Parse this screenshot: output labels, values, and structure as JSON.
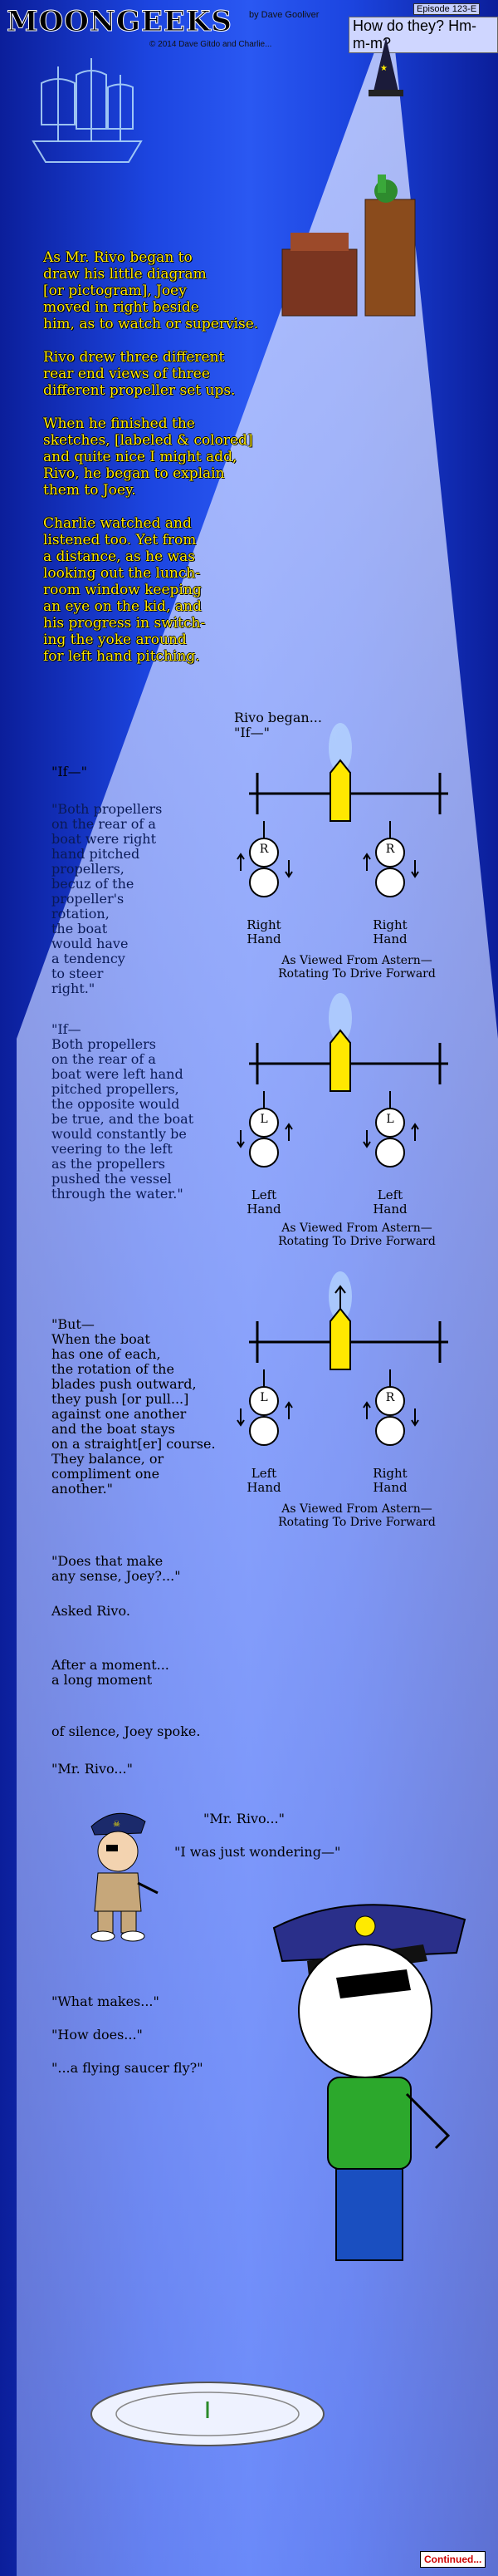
{
  "header": {
    "title": "MOONGEEKS",
    "byline": "by Dave Gooliver",
    "copyright": "© 2014 Dave Gitdo and Charlie...",
    "episode": "Episode 123-E",
    "headline": "How do they? Hm-m-m?"
  },
  "narration": {
    "p1": "As Mr. Rivo began to\ndraw his little diagram\n[or pictogram], Joey\nmoved in right beside\nhim, as to watch or supervise.",
    "p2": "Rivo drew three different\nrear end views of three\ndifferent propeller set ups.",
    "p3": "When he finished the\nsketches, [labeled & colored]\nand quite nice I might add,\nRivo, he began to explain\nthem to Joey.",
    "p4": "Charlie watched and\nlistened too. Yet from\na distance, as he was\nlooking out the lunch-\nroom window keeping\nan eye on the kid, and\nhis progress in switch-\ning the yoke around\nfor left hand pitching."
  },
  "dialogue": {
    "rivo_began": "Rivo began...\n\"If—\"",
    "if1": "\"If—\"",
    "block1": "\"Both propellers\non the rear of a\nboat were right\nhand pitched\npropellers,\nbecuz of the\npropeller's\nrotation,\nthe boat\nwould have\na tendency\nto steer\nright.\"",
    "block2": "\"If—\nBoth propellers\non the rear of a\nboat were left hand\npitched propellers,\nthe opposite would\nbe true, and the boat\nwould constantly be\nveering to the left\nas the propellers\npushed the vessel\nthrough the water.\"",
    "block3": "\"But—\nWhen the boat\nhas one of each,\nthe rotation of the\nblades push outward,\nthey push [or pull...]\nagainst one another\nand the boat stays\non a straight[er] course.\nThey balance, or\ncompliment one\nanother.\"",
    "q1": "\"Does that make\nany sense, Joey?...\"",
    "asked": "Asked Rivo.",
    "after": "After a moment...\na long moment",
    "silence": "of silence, Joey spoke.",
    "mrrivo1": "\"Mr. Rivo...\"",
    "mrrivo2": "\"Mr. Rivo...\"",
    "wondering": "\"I was just wondering—\"",
    "whatmakes": "\"What makes...\"",
    "howdoes": "\"How does...\"",
    "saucer": "\"...a flying saucer fly?\""
  },
  "diagrams": [
    {
      "left_letter": "R",
      "right_letter": "R",
      "left_label": "Right\nHand",
      "right_label": "Right\nHand",
      "caption": "As Viewed From Astern—\nRotating To Drive Forward"
    },
    {
      "left_letter": "L",
      "right_letter": "L",
      "left_label": "Left\nHand",
      "right_label": "Left\nHand",
      "caption": "As Viewed From Astern—\nRotating To Drive Forward"
    },
    {
      "left_letter": "L",
      "right_letter": "R",
      "left_label": "Left\nHand",
      "right_label": "Right\nHand",
      "caption": "As Viewed From Astern—\nRotating To Drive Forward"
    }
  ],
  "footer": {
    "continued": "Continued..."
  },
  "colors": {
    "beam": "#b8c6ff",
    "narration": "#ffea00",
    "hull": "#ffe800",
    "background": "#1c45e0"
  }
}
